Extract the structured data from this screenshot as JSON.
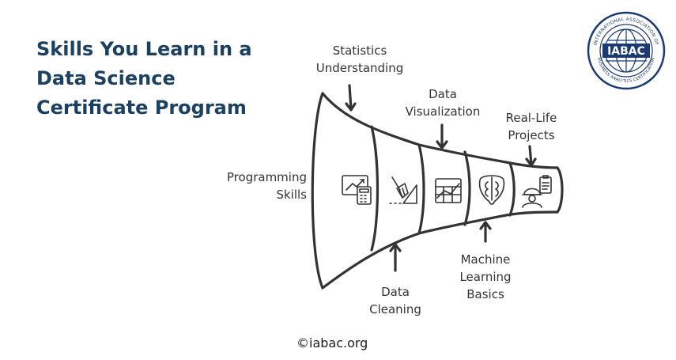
{
  "title": {
    "line1": "Skills You Learn in a",
    "line2": "Data Science",
    "line3": "Certificate Program"
  },
  "stages": [
    {
      "name": "Programming Skills",
      "lines": [
        "Programming",
        "Skills"
      ],
      "icon": "dashboard-calculator-icon"
    },
    {
      "name": "Data Cleaning",
      "lines": [
        "Data",
        "Cleaning"
      ],
      "icon": "broom-icon"
    },
    {
      "name": "Data Visualization",
      "lines": [
        "Data",
        "Visualization"
      ],
      "icon": "chart-grid-icon"
    },
    {
      "name": "Machine Learning Basics",
      "lines": [
        "Machine",
        "Learning",
        "Basics"
      ],
      "icon": "brain-icon"
    },
    {
      "name": "Real-Life Projects",
      "lines": [
        "Real-Life",
        "Projects"
      ],
      "icon": "worker-clipboard-icon"
    }
  ],
  "statistics": {
    "lines": [
      "Statistics",
      "Understanding"
    ]
  },
  "logo": {
    "text": "IABAC",
    "ring_text": "INTERNATIONAL ASSOCIATION OF BUSINESS ANALYTICS CERTIFICATION"
  },
  "footer": {
    "symbol": "©",
    "text": "iabac.org"
  },
  "colors": {
    "title": "#1c4060",
    "ink": "#333333",
    "logo": "#1b3a73"
  }
}
